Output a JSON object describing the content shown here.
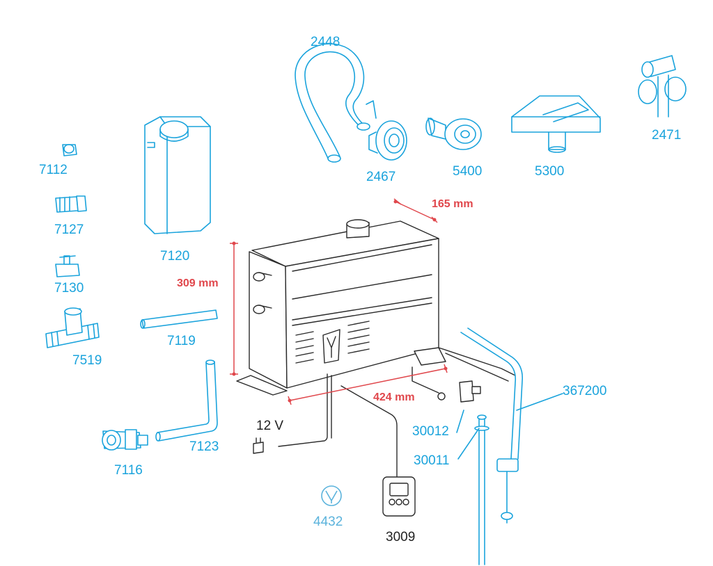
{
  "colors": {
    "part_label": "#1aa3dc",
    "accessory_label": "#5bb3dc",
    "dimension": "#e0474c",
    "text_dark": "#222222",
    "line_dark": "#2a2a2a"
  },
  "labels": {
    "p2448": "2448",
    "p2467": "2467",
    "p5400": "5400",
    "p5300": "5300",
    "p2471": "2471",
    "p7112": "7112",
    "p7127": "7127",
    "p7130": "7130",
    "p7519": "7519",
    "p7120": "7120",
    "p7119": "7119",
    "p7123": "7123",
    "p7116": "7116",
    "p4432": "4432",
    "p3009": "3009",
    "p30012": "30012",
    "p30011": "30011",
    "p367200": "367200",
    "voltage": "12 V"
  },
  "dimensions": {
    "width": "165 mm",
    "height": "309 mm",
    "length": "424 mm"
  }
}
